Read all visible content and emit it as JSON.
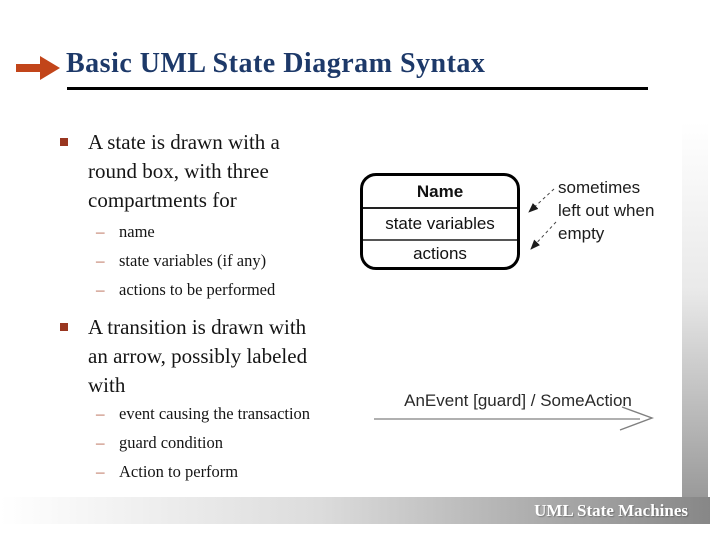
{
  "slide": {
    "title": "Basic UML State Diagram Syntax",
    "footer": "UML State Machines"
  },
  "markers": {
    "dash": "–"
  },
  "bullets": [
    {
      "text": "A state is drawn with a\nround box, with three\ncompartments for",
      "sub": [
        "name",
        "state variables (if any)",
        "actions to be performed"
      ]
    },
    {
      "text": "A transition is drawn with\nan arrow, possibly labeled\nwith",
      "sub": [
        "event causing the transaction",
        "guard condition",
        "Action to perform"
      ]
    }
  ],
  "diagram": {
    "state_box": {
      "name": "Name",
      "variables": "state variables",
      "actions": "actions"
    },
    "annotation": "sometimes\nleft out when\nempty",
    "transition_label": "AnEvent [guard] / SomeAction"
  },
  "colors": {
    "title_text": "#1D3969",
    "title_arrow": "#C2451A",
    "bullet_square": "#993620",
    "sub_dash": "#B4624A",
    "body_text": "#151515",
    "footer_text": "#FFFFFF",
    "footer_gradient_end": "#878787"
  }
}
